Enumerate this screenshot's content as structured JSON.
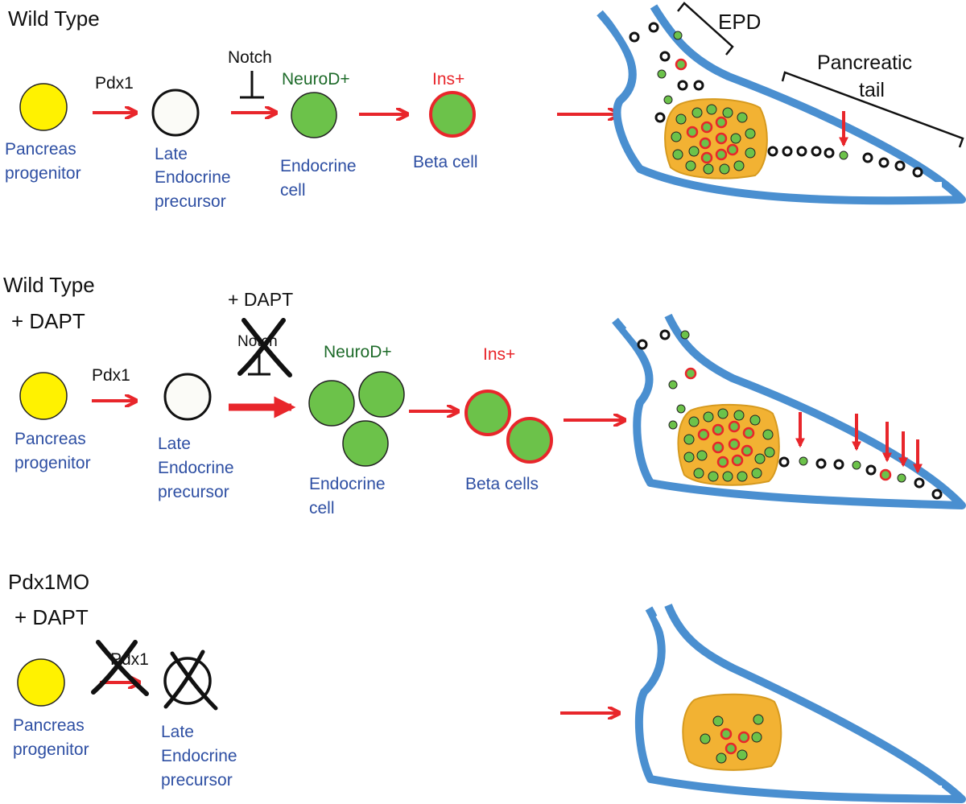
{
  "colors": {
    "progenitor": "#fff200",
    "endocrine": "#6cc24a",
    "beta_ring": "#e8262b",
    "arrow": "#e8262b",
    "duct": "#4a8fd0",
    "islet": "#f2b233",
    "label_blue": "#2e4fa3",
    "label_green": "#1e6b2a"
  },
  "panels": {
    "wt": {
      "title": "Wild Type",
      "pdx1": "Pdx1",
      "notch": "Notch",
      "neurod": "NeuroD+",
      "ins": "Ins+",
      "progenitor": [
        "Pancreas",
        "progenitor"
      ],
      "precursor": [
        "Late",
        "Endocrine",
        "precursor"
      ],
      "endocrine": [
        "Endocrine",
        "cell"
      ],
      "beta": "Beta cell",
      "epd": "EPD",
      "tail": [
        "Pancreatic",
        "tail"
      ]
    },
    "dapt": {
      "title": [
        "Wild Type",
        "+ DAPT"
      ],
      "dapt": "+ DAPT",
      "notch": "Notch",
      "pdx1": "Pdx1",
      "neurod": "NeuroD+",
      "ins": "Ins+",
      "progenitor": [
        "Pancreas",
        "progenitor"
      ],
      "precursor": [
        "Late",
        "Endocrine",
        "precursor"
      ],
      "endocrine": [
        "Endocrine",
        "cell"
      ],
      "beta": "Beta cells"
    },
    "mo": {
      "title": [
        "Pdx1MO",
        "+ DAPT"
      ],
      "pdx1": "Pdx1",
      "progenitor": [
        "Pancreas",
        "progenitor"
      ],
      "precursor": [
        "Late",
        "Endocrine",
        "precursor"
      ]
    }
  }
}
